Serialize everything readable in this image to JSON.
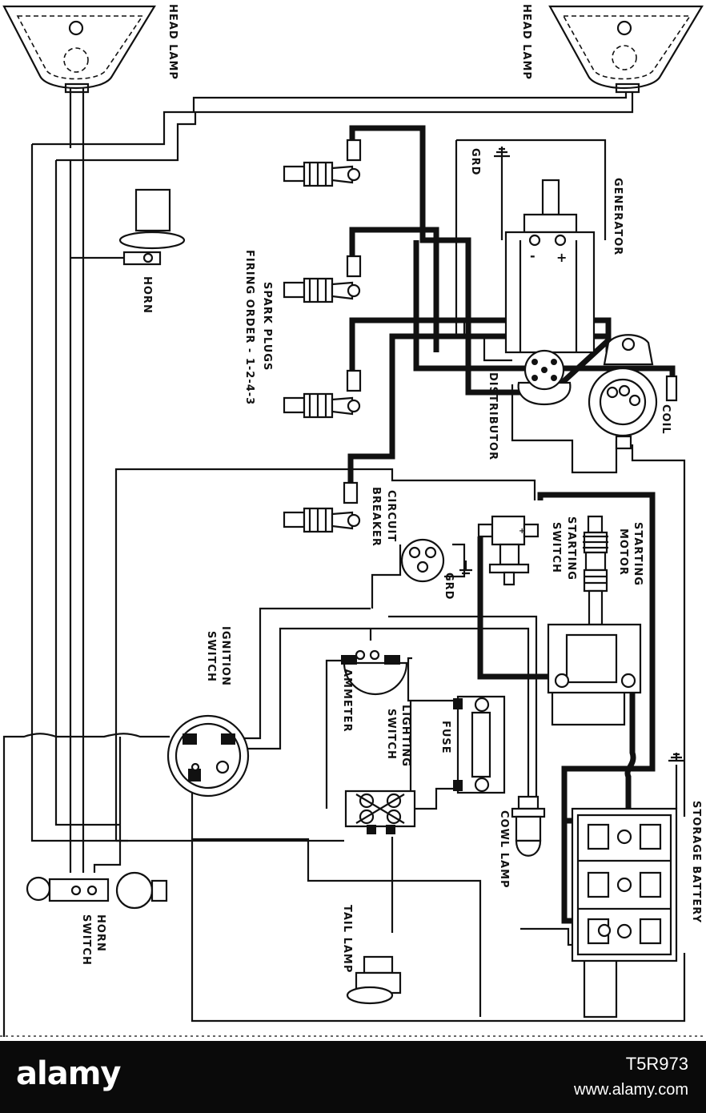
{
  "labels": {
    "head_lamp_left": "HEAD LAMP",
    "head_lamp_right": "HEAD LAMP",
    "grd_top": "GRD",
    "generator": "GENERATOR",
    "horn": "HORN",
    "spark_plugs_line1": "SPARK PLUGS",
    "spark_plugs_line2": "FIRING ORDER - 1-2-4-3",
    "distributor": "DISTRIBUTOR",
    "coil": "COIL",
    "circuit_breaker_line1": "CIRCUIT",
    "circuit_breaker_line2": "BREAKER",
    "grd_mid": "GRD",
    "starting_switch_line1": "STARTING",
    "starting_switch_line2": "SWITCH",
    "starting_motor_line1": "STARTING",
    "starting_motor_line2": "MOTOR",
    "ignition_switch_line1": "IGNITION",
    "ignition_switch_line2": "SWITCH",
    "ammeter": "AMMETER",
    "lighting_switch_line1": "LIGHTING",
    "lighting_switch_line2": "SWITCH",
    "fuse": "FUSE",
    "cowl_lamp": "COWL LAMP",
    "storage_battery": "STORAGE BATTERY",
    "horn_switch_line1": "HORN",
    "horn_switch_line2": "SWITCH",
    "tail_lamp": "TAIL LAMP",
    "plus_sign": "+",
    "minus_sign": "-"
  },
  "banner": {
    "brand": "alamy",
    "image_id": "T5R973",
    "url": "www.alamy.com"
  }
}
